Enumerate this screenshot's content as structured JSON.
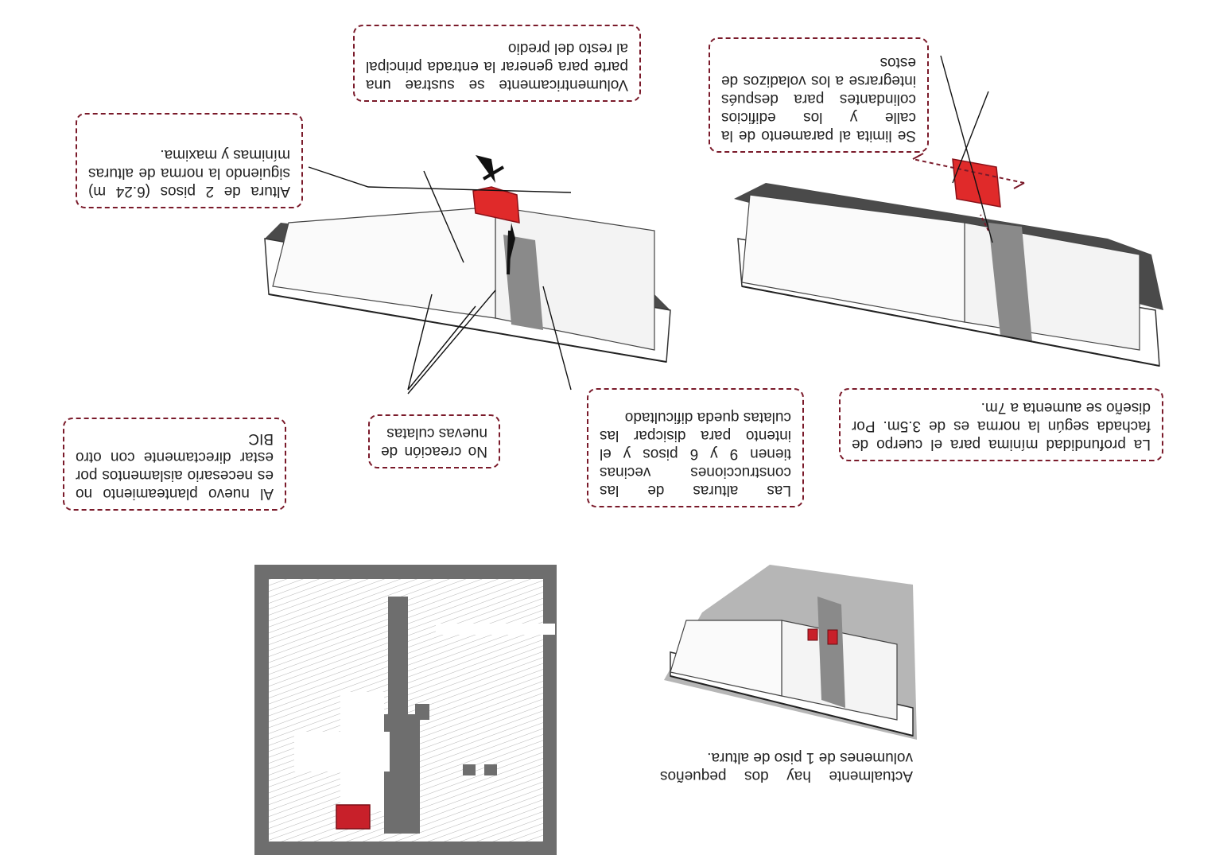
{
  "colors": {
    "accent_red": "#e02a2a",
    "frame_dashed": "#7a1a2a",
    "shadow_gray": "#6e6e6e",
    "light_gray": "#bdbdbd"
  },
  "notes": {
    "depth_norm": "La profundidad mínima para el cuerpo de fachada según la norma es de 3.5m. Por diseño se aumenta a 7m.",
    "street_limit": "Se limita al paramento de la calle y los edificios colindantes para después integrarse a los voladizos de estos",
    "new_volume": "Volumentricamente se sustrae una parte para generar la entrada principal al resto del predio",
    "height": "Altura de 2 pisos (6.24 m) siguiendo la norma de alturas mínimas y maxima.",
    "neighbor_heights": "Las alturas de las construcciones vecinas tienen 9 y 6 pisos y el intento para disicpar las culatas queda dificultado",
    "no_culatas": "No creación de nuevas culatas",
    "isolation": "Al nuevo planteamiento no es necesario aislamentos por estar directamente con otro BIC"
  },
  "captions": {
    "existing_volumes": "Actualmente hay dos pequeños volumenes de 1 piso de altura."
  }
}
